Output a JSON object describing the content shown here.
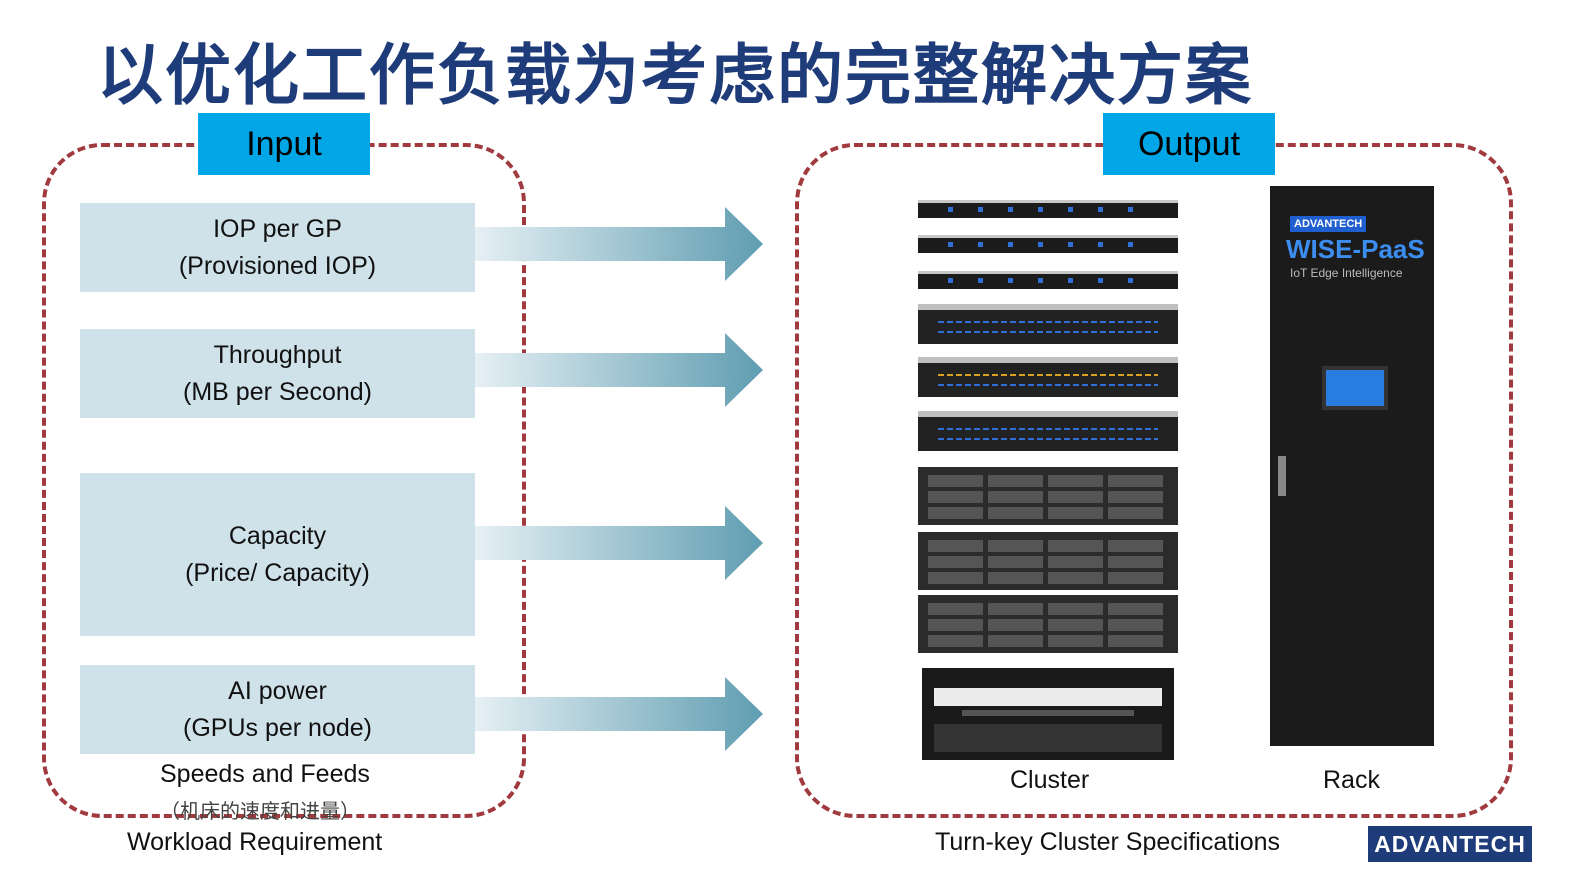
{
  "title": "以优化工作负载为考虑的完整解决方案",
  "input": {
    "header": "Input",
    "items": [
      {
        "line1": "IOP per GP",
        "line2": "(Provisioned IOP)"
      },
      {
        "line1": "Throughput",
        "line2": "(MB per Second)"
      },
      {
        "line1": "Capacity",
        "line2": "(Price/ Capacity)"
      },
      {
        "line1": "AI power",
        "line2": "(GPUs per node)"
      }
    ],
    "footer": "Speeds and Feeds",
    "footer_sub": "（机床的速度和进量）",
    "caption": "Workload Requirement"
  },
  "output": {
    "header": "Output",
    "cluster_label": "Cluster",
    "rack_label": "Rack",
    "caption": "Turn-key Cluster Specifications",
    "rack_brand": "ADVANTECH",
    "rack_product": "WISE-PaaS",
    "rack_tagline": "IoT Edge Intelligence"
  },
  "logo": "ADVANTECH",
  "colors": {
    "title": "#1f3c7a",
    "header": "#00a6e6",
    "dashed_border": "#a03a3f",
    "input_box": "#cfe2ea",
    "arrow": "#6aa5b8"
  }
}
